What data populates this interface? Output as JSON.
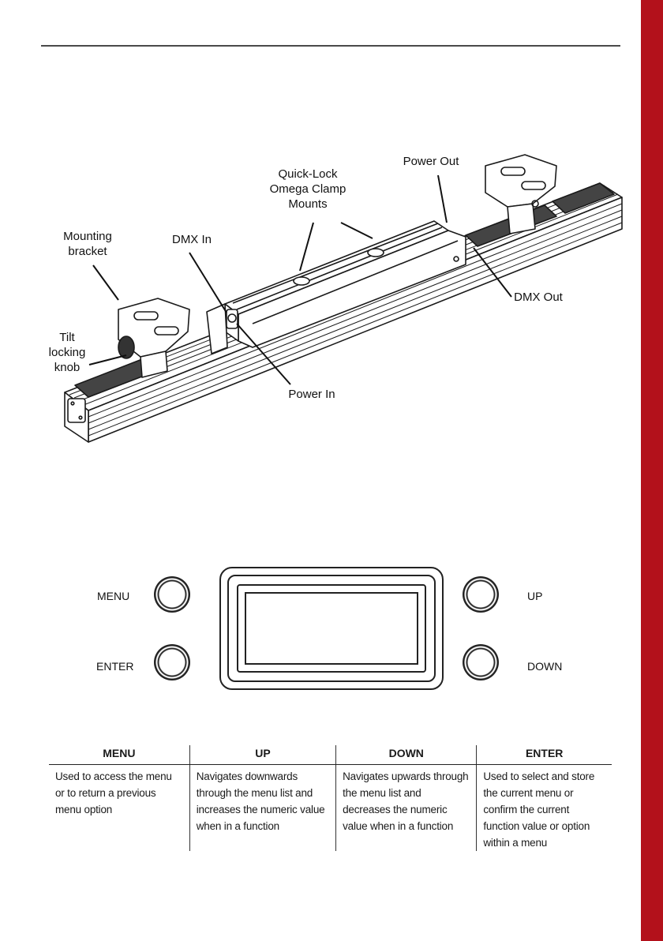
{
  "callouts": {
    "quick_lock": "Quick-Lock\nOmega Clamp\nMounts",
    "power_out": "Power Out",
    "mounting_bracket": "Mounting\nbracket",
    "dmx_in": "DMX In",
    "dmx_out": "DMX Out",
    "tilt_knob": "Tilt\nlocking\nknob",
    "power_in": "Power In"
  },
  "control_panel": {
    "menu_label": "MENU",
    "enter_label": "ENTER",
    "up_label": "UP",
    "down_label": "DOWN"
  },
  "function_table": {
    "headers": [
      "MENU",
      "UP",
      "DOWN",
      "ENTER"
    ],
    "descriptions": [
      "Used to access the menu or to return a previous menu option",
      "Navigates downwards through the menu list and increases the numeric value when in a function",
      "Navigates upwards through the menu list and decreases the numeric value when in a function",
      "Used to select and store the current menu or confirm the current function value or option within a menu"
    ]
  },
  "colors": {
    "accent_red": "#b3111b"
  }
}
